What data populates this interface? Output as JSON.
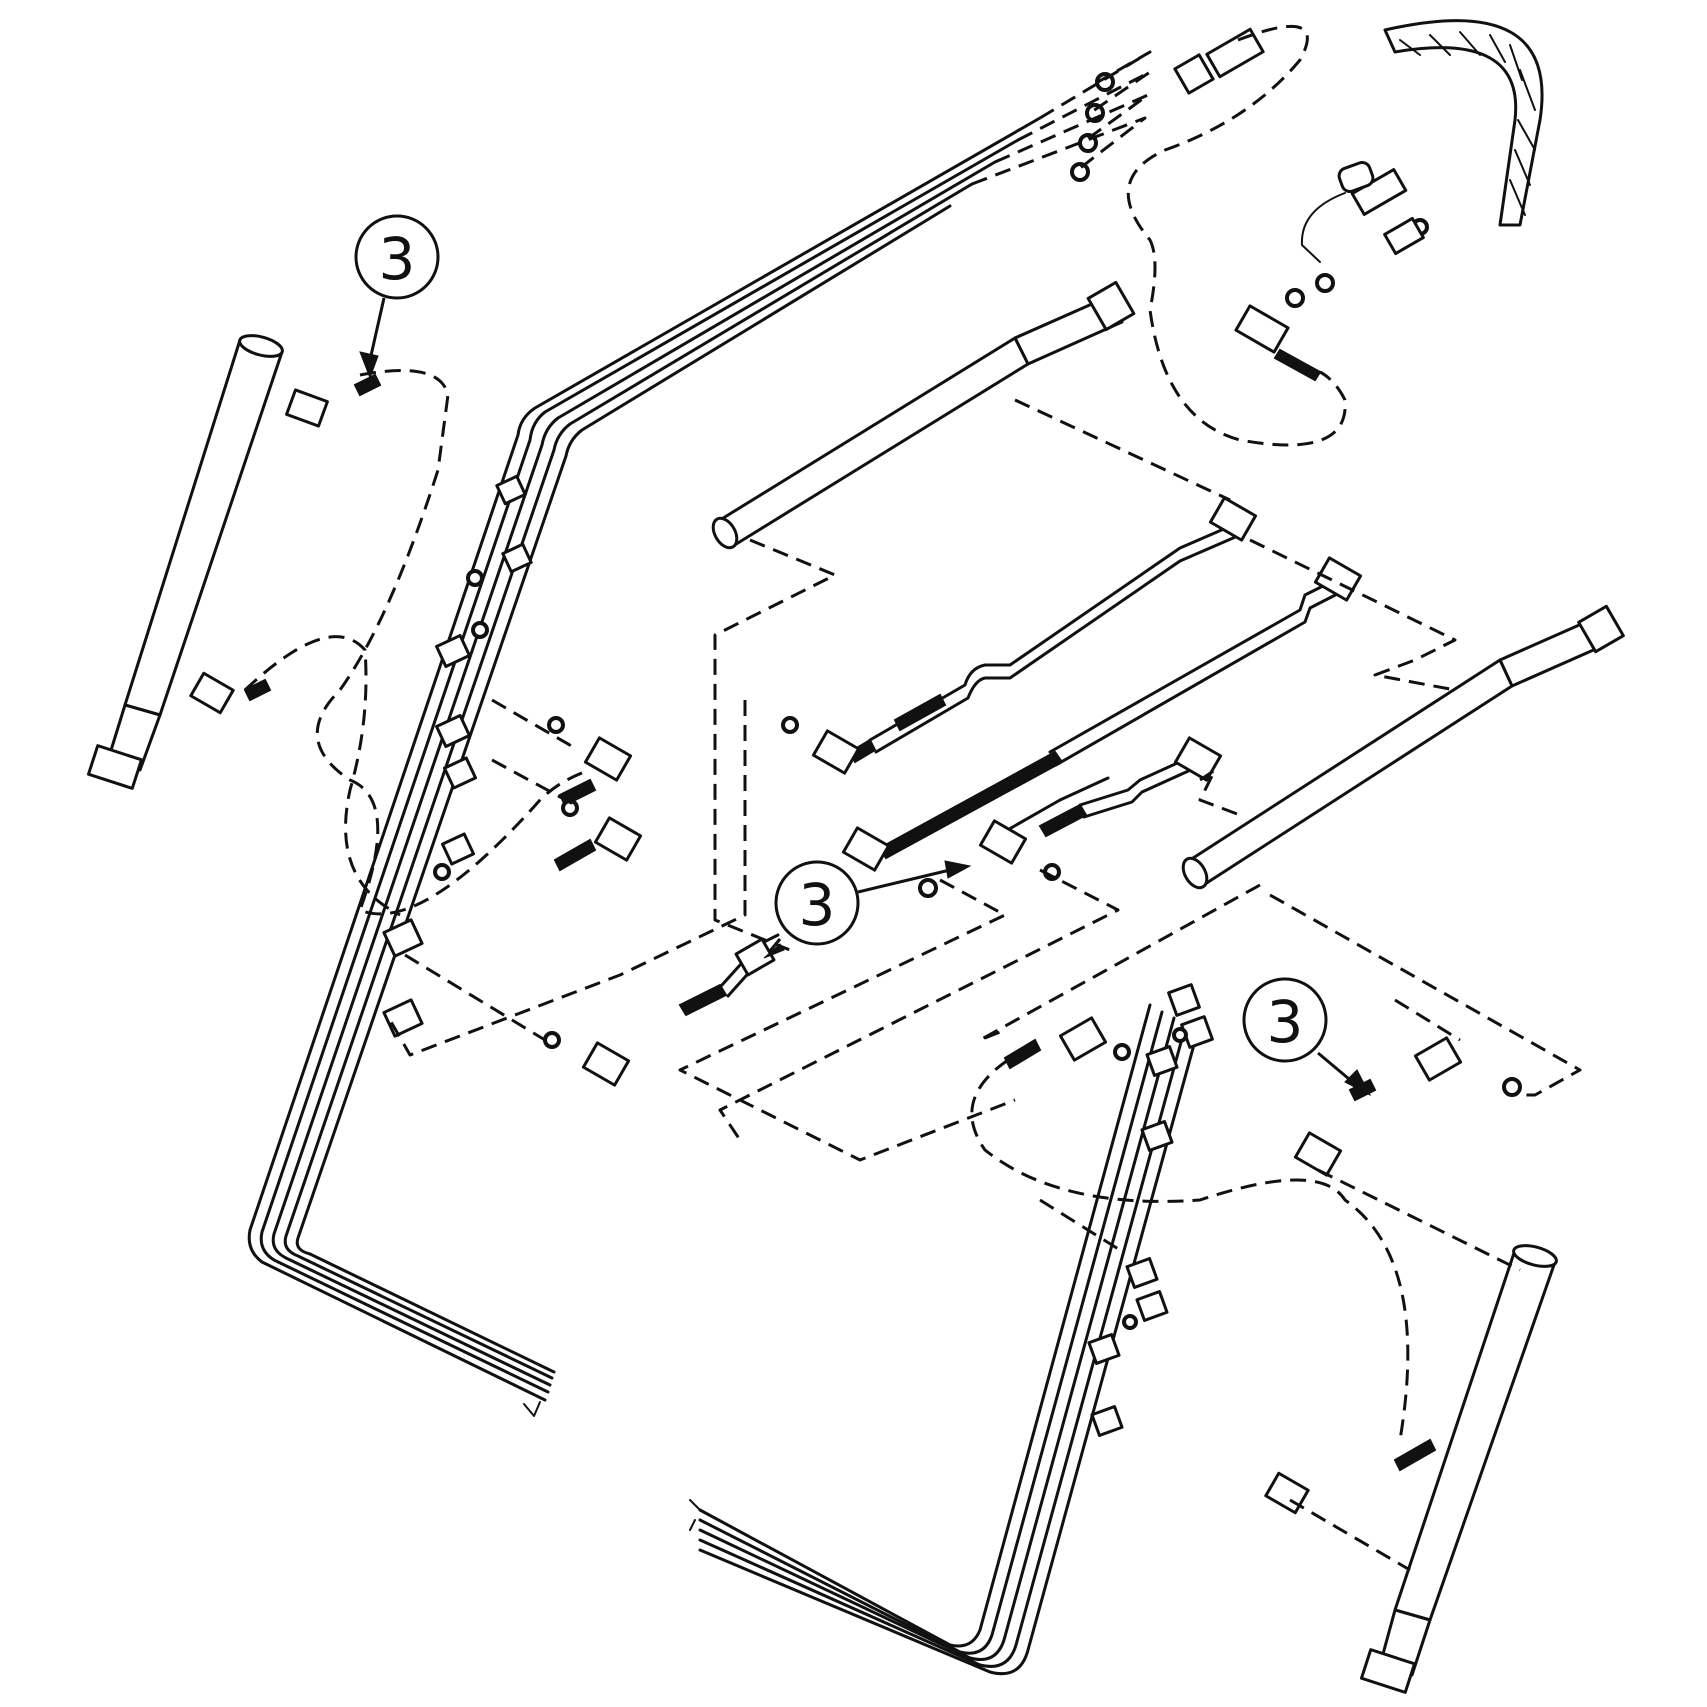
{
  "diagram": {
    "callouts": [
      {
        "label": "3"
      },
      {
        "label": "3"
      },
      {
        "label": "3"
      }
    ]
  },
  "colors": {
    "ink": "#111111",
    "background": "#ffffff"
  }
}
